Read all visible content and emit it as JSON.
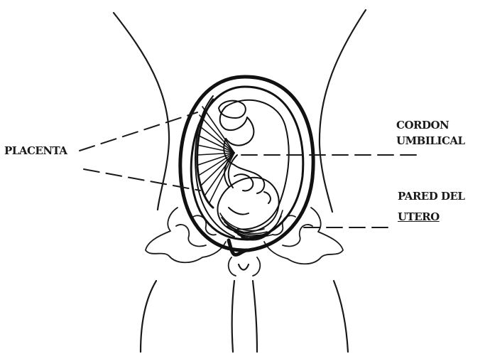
{
  "labels": {
    "placenta": "PLACENTA",
    "cordon_line1": "CORDON",
    "cordon_line2": "UMBILICAL",
    "pared_line1": "PARED DEL",
    "pared_line2": "UTERO"
  },
  "colors": {
    "ink": "#1a1a1a",
    "background": "#ffffff"
  }
}
